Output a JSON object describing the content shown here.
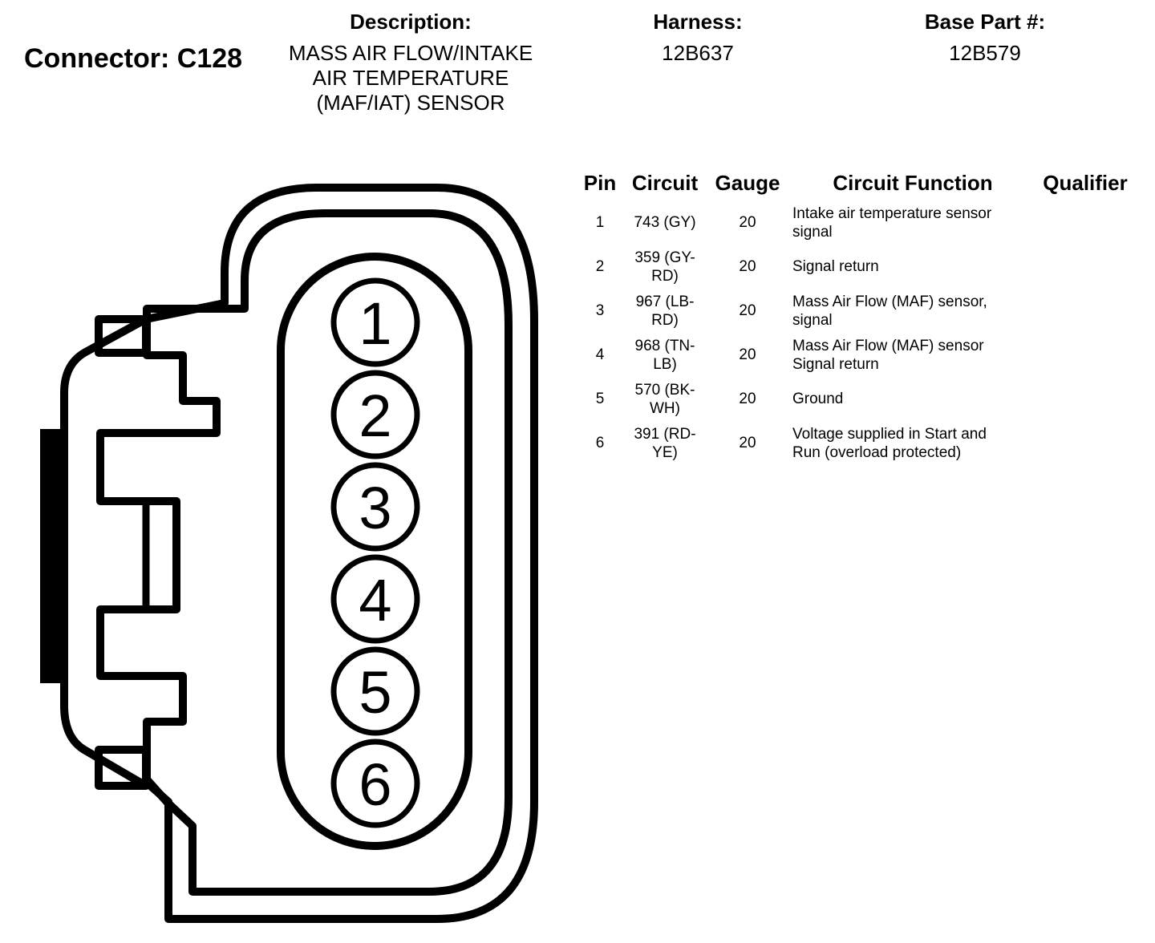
{
  "connector": {
    "label": "Connector: C128"
  },
  "description": {
    "heading": "Description:",
    "lines": [
      "MASS AIR FLOW/INTAKE",
      "AIR TEMPERATURE",
      "(MAF/IAT) SENSOR"
    ]
  },
  "harness": {
    "heading": "Harness:",
    "value": "12B637"
  },
  "base_part": {
    "heading": "Base Part #:",
    "value": "12B579"
  },
  "table": {
    "headers": {
      "pin": "Pin",
      "circuit": "Circuit",
      "gauge": "Gauge",
      "function": "Circuit Function",
      "qualifier": "Qualifier"
    },
    "rows": [
      {
        "pin": "1",
        "circuit": [
          "743 (GY)"
        ],
        "gauge": "20",
        "function": [
          "Intake air temperature sensor",
          "signal"
        ],
        "qualifier": ""
      },
      {
        "pin": "2",
        "circuit": [
          "359 (GY-",
          "RD)"
        ],
        "gauge": "20",
        "function": [
          "Signal return"
        ],
        "qualifier": ""
      },
      {
        "pin": "3",
        "circuit": [
          "967 (LB-",
          "RD)"
        ],
        "gauge": "20",
        "function": [
          "Mass Air Flow (MAF) sensor,",
          "signal"
        ],
        "qualifier": ""
      },
      {
        "pin": "4",
        "circuit": [
          "968 (TN-",
          "LB)"
        ],
        "gauge": "20",
        "function": [
          "Mass Air Flow (MAF) sensor",
          "Signal return"
        ],
        "qualifier": ""
      },
      {
        "pin": "5",
        "circuit": [
          "570 (BK-",
          "WH)"
        ],
        "gauge": "20",
        "function": [
          "Ground"
        ],
        "qualifier": ""
      },
      {
        "pin": "6",
        "circuit": [
          "391 (RD-",
          "YE)"
        ],
        "gauge": "20",
        "function": [
          "Voltage supplied in Start and",
          "Run (overload protected)"
        ],
        "qualifier": ""
      }
    ]
  },
  "diagram": {
    "pins": [
      "1",
      "2",
      "3",
      "4",
      "5",
      "6"
    ]
  }
}
